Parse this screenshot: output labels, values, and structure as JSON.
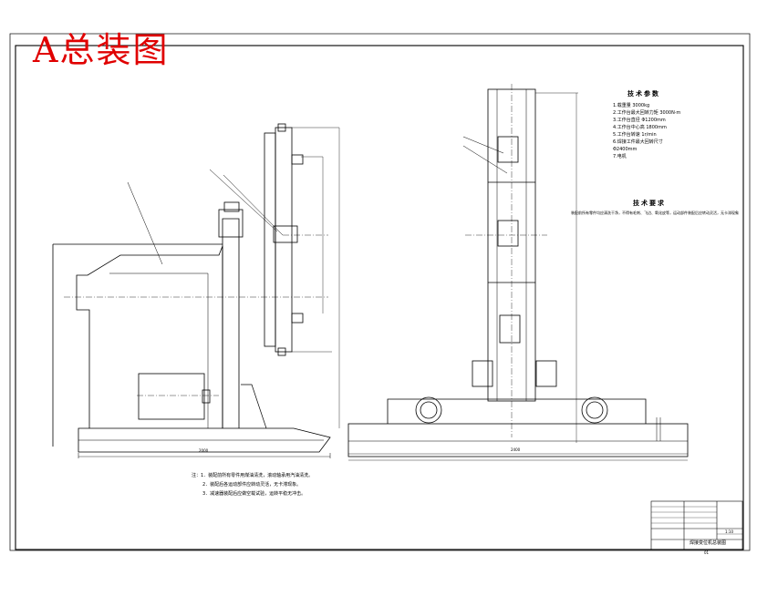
{
  "title": "A总装图",
  "tech_params_heading": "技术参数",
  "tech_params": [
    "1.载重量 3000kg",
    "2.工作台最大回转力矩 3000N·m",
    "3.工作台直径 Φ1200mm",
    "4.工作台中心高 1800mm",
    "5.工作台转速 1r/min",
    "6.焊接工件最大回转尺寸",
    "Φ2400mm",
    "7.电机"
  ],
  "tech_req_heading": "技术要求",
  "tech_req_text": "装配前所有零件均应清洗干净，不得有毛刺、飞边、氧化皮等，运动部件装配后应转动灵活，无卡滞现象",
  "notes": [
    "注：1．装配前所有零件用煤油清洗，滚动轴承用汽油清洗。",
    "2．装配后各运动部件应转动灵活，无卡滞现象。",
    "3．减速器装配后应做空载试验，运转平稳无冲击。"
  ],
  "left_dim_label": "2000",
  "right_dim_label": "2400",
  "scale_label": "1:10",
  "drawing_name": "焊接变位机总装图",
  "sheet_number": "01",
  "colors": {
    "title": "#e00000",
    "line": "#000000",
    "background": "#ffffff"
  }
}
